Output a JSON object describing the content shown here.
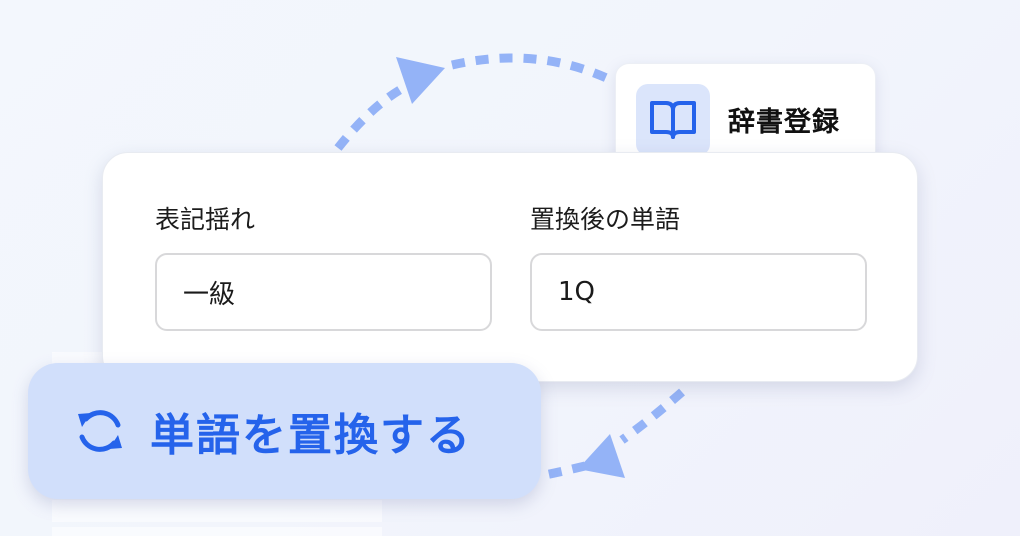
{
  "dictionary_button": {
    "label": "辞書登録",
    "icon": "book-open-icon"
  },
  "form": {
    "fields": [
      {
        "label": "表記揺れ",
        "value": "一級"
      },
      {
        "label": "置換後の単語",
        "value": "1Q"
      }
    ]
  },
  "replace_button": {
    "label": "単語を置換する",
    "icon": "refresh-icon"
  },
  "colors": {
    "accent": "#2563eb",
    "accent_light": "#d1dffb",
    "icon_box": "#dbe5fb",
    "arrow": "#94b3f7",
    "card": "#ffffff"
  }
}
